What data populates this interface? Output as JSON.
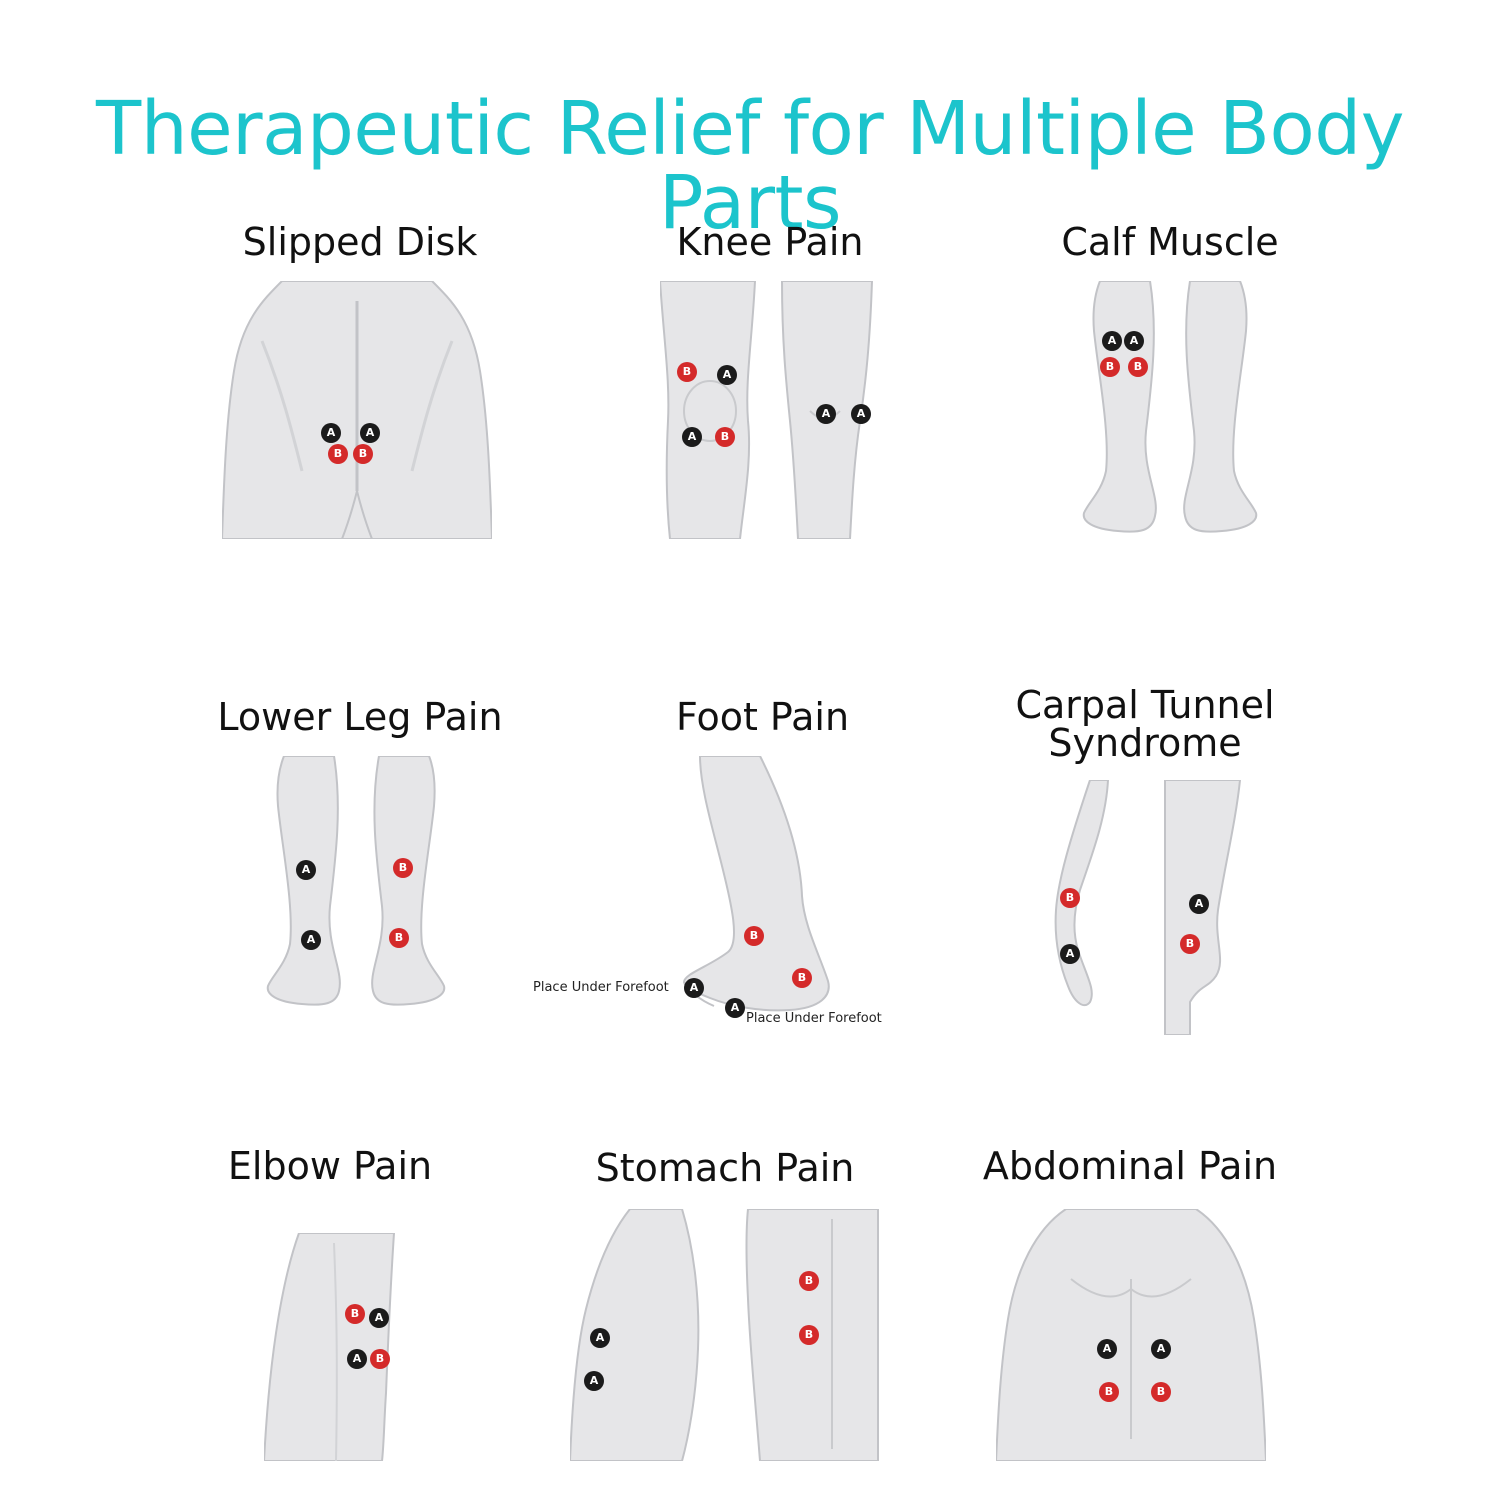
{
  "title": "Therapeutic Relief for Multiple Body Parts",
  "colors": {
    "title": "#1cc4cc",
    "electrode_a": "#1b1b1b",
    "electrode_b": "#d42a2a",
    "skin": "#e6e6e8",
    "skin_shadow": "#c2c3c7"
  },
  "markers": {
    "a": "A",
    "b": "B"
  },
  "panels": [
    {
      "id": "slipped-disk",
      "title": "Slipped Disk"
    },
    {
      "id": "knee-pain",
      "title": "Knee Pain"
    },
    {
      "id": "calf-muscle",
      "title": "Calf Muscle"
    },
    {
      "id": "lower-leg-pain",
      "title": "Lower Leg Pain"
    },
    {
      "id": "foot-pain",
      "title": "Foot Pain",
      "notes": [
        "Place Under Forefoot",
        "Place Under Forefoot"
      ]
    },
    {
      "id": "carpal-tunnel",
      "title_lines": [
        "Carpal Tunnel",
        "Syndrome"
      ]
    },
    {
      "id": "elbow-pain",
      "title": "Elbow Pain"
    },
    {
      "id": "stomach-pain",
      "title": "Stomach Pain"
    },
    {
      "id": "abdominal-pain",
      "title": "Abdominal Pain"
    }
  ]
}
